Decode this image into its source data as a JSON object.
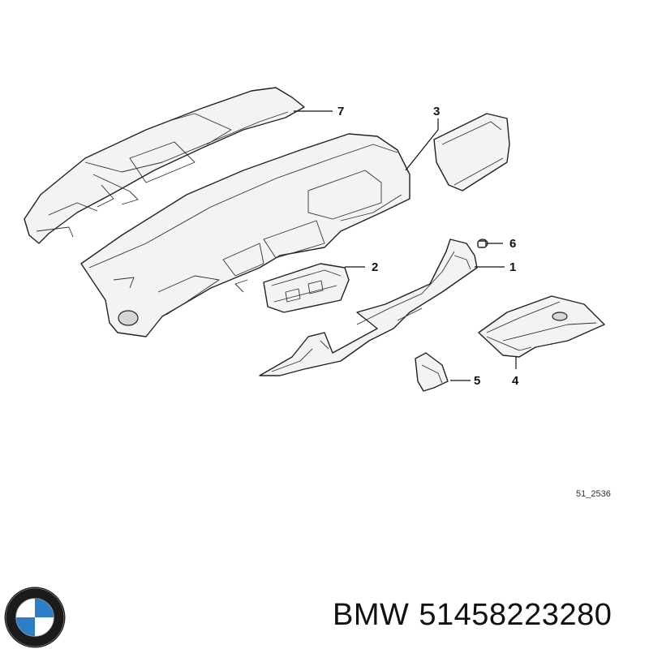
{
  "diagram": {
    "callouts": [
      "7",
      "3",
      "6",
      "2",
      "1",
      "5",
      "4"
    ],
    "reference_code": "51_2536"
  },
  "footer": {
    "brand": "BMW",
    "part_number": "51458223280"
  },
  "logo": {
    "colors": {
      "ring": "#1b1b1b",
      "blue": "#2e7ec7",
      "white": "#ffffff"
    }
  }
}
